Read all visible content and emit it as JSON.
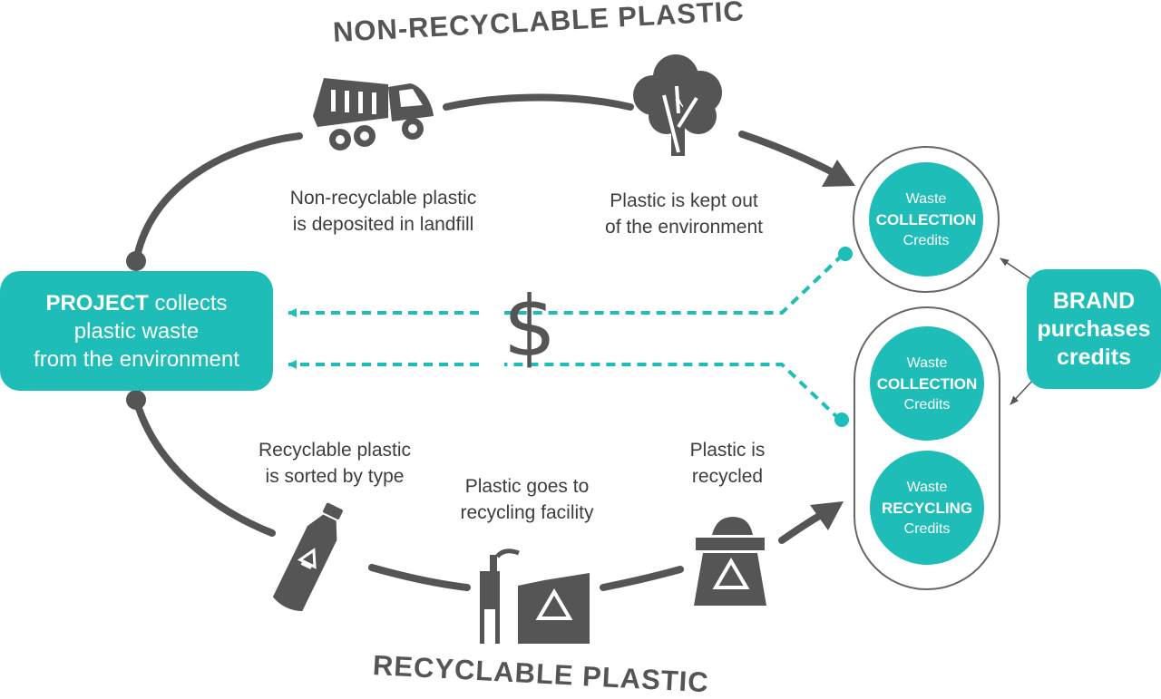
{
  "headings": {
    "top": "NON-RECYCLABLE PLASTIC",
    "bottom": "RECYCLABLE PLASTIC"
  },
  "project": {
    "bold": "PROJECT",
    "rest": " collects",
    "line2": "plastic waste",
    "line3": "from the environment"
  },
  "brand": {
    "line1": "BRAND",
    "line2": "purchases",
    "line3": "credits"
  },
  "currency_symbol": "$",
  "steps": {
    "landfill": [
      "Non-recyclable plastic",
      "is deposited in landfill"
    ],
    "kept_out": [
      "Plastic is kept out",
      "of the environment"
    ],
    "sorted": [
      "Recyclable plastic",
      "is sorted by type"
    ],
    "facility": [
      "Plastic goes to",
      "recycling facility"
    ],
    "recycled": [
      "Plastic is",
      "recycled"
    ]
  },
  "credits": [
    {
      "top": "Waste",
      "mid": "COLLECTION",
      "bot": "Credits"
    },
    {
      "top": "Waste",
      "mid": "COLLECTION",
      "bot": "Credits"
    },
    {
      "top": "Waste",
      "mid": "RECYCLING",
      "bot": "Credits"
    }
  ],
  "icons": [
    "dump-truck-icon",
    "tree-icon",
    "plastic-bottle-icon",
    "recycling-factory-icon",
    "recycling-bag-icon",
    "dollar-icon"
  ],
  "colors": {
    "teal": "#1ebdb7",
    "gray": "#555555",
    "text": "#3d3d3d"
  }
}
